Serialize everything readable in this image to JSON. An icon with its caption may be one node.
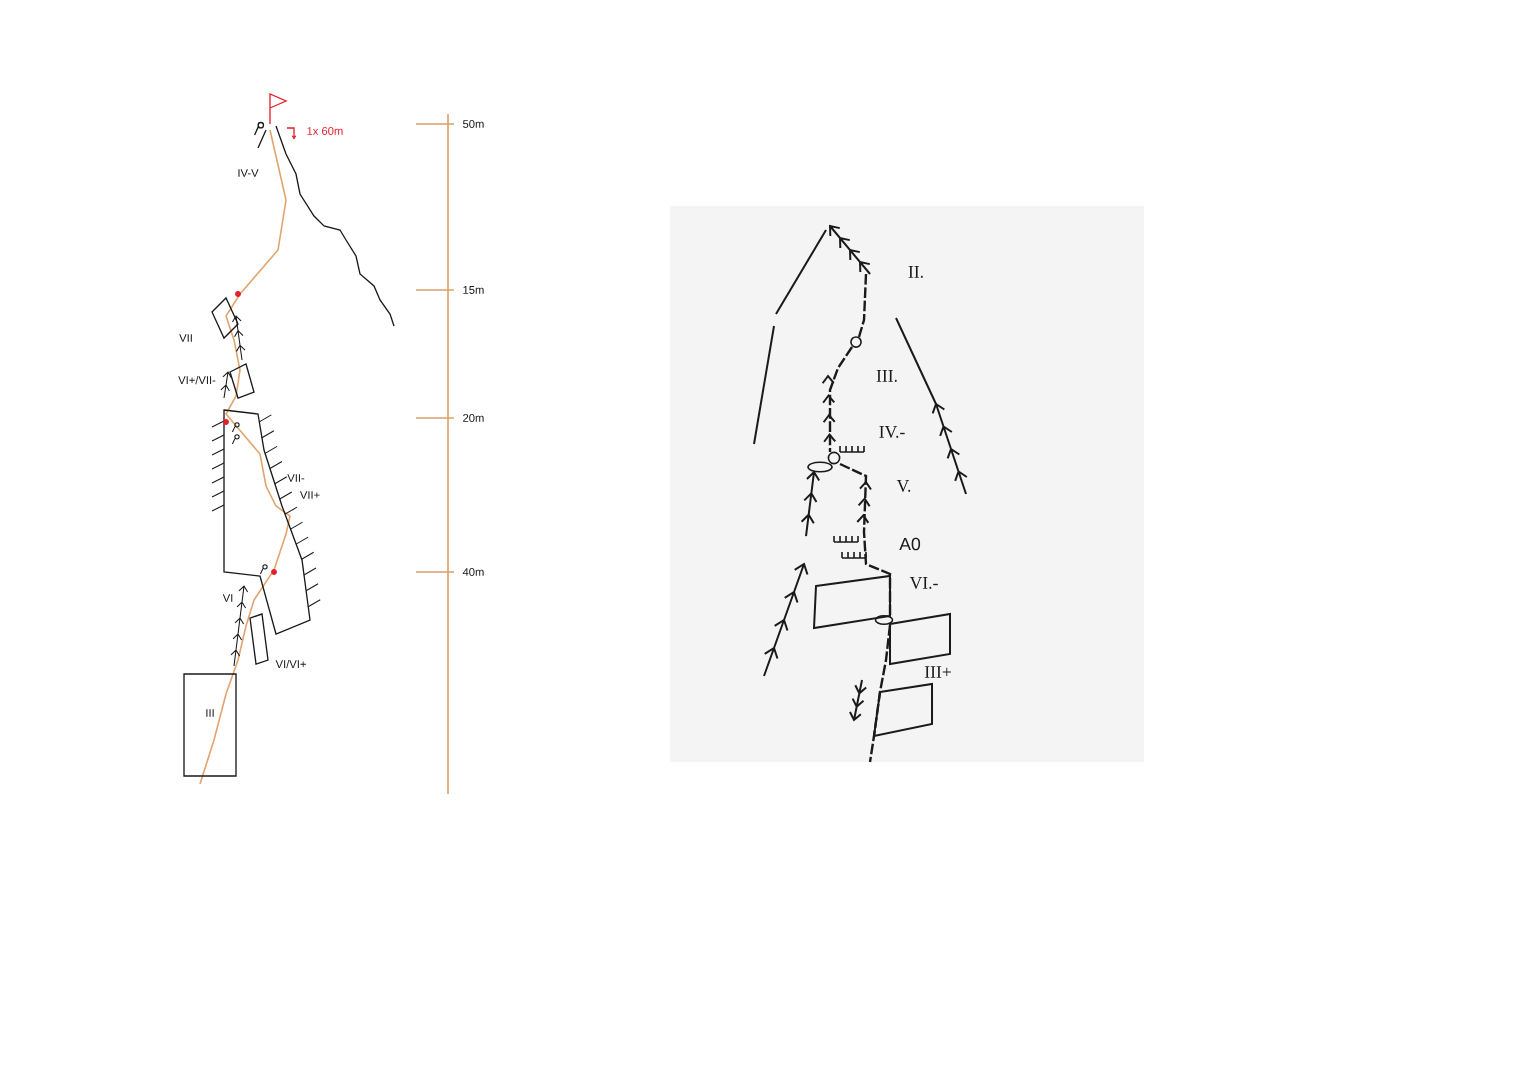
{
  "diagram": {
    "nodes": [
      {
        "text": [
          "III"
        ]
      }
    ],
    "labels": [
      "1x 60m",
      "IV-V",
      "VII",
      "VI+/VII-",
      "VII-",
      "VII+",
      "VI",
      "VI/VI+",
      "50m",
      "15m",
      "20m",
      "40m",
      "II.",
      "III.",
      "IV.-",
      "V.",
      "A0",
      "VI.-",
      "III+"
    ]
  }
}
